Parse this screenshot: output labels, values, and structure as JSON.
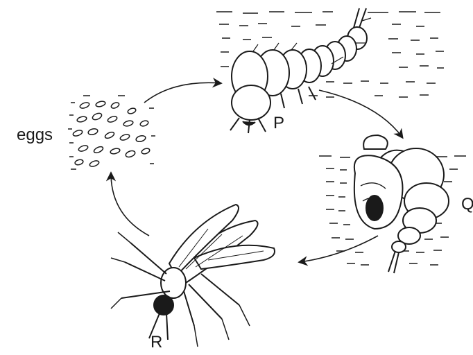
{
  "labels": {
    "eggs": "eggs",
    "p": "P",
    "q": "Q",
    "r": "R"
  },
  "stages": [
    {
      "id": "eggs",
      "icon": "eggs-cluster-icon"
    },
    {
      "id": "P",
      "icon": "larva-icon"
    },
    {
      "id": "Q",
      "icon": "pupa-icon"
    },
    {
      "id": "R",
      "icon": "adult-mosquito-icon"
    }
  ],
  "colors": {
    "ink": "#1a1a1a",
    "background": "#ffffff"
  }
}
